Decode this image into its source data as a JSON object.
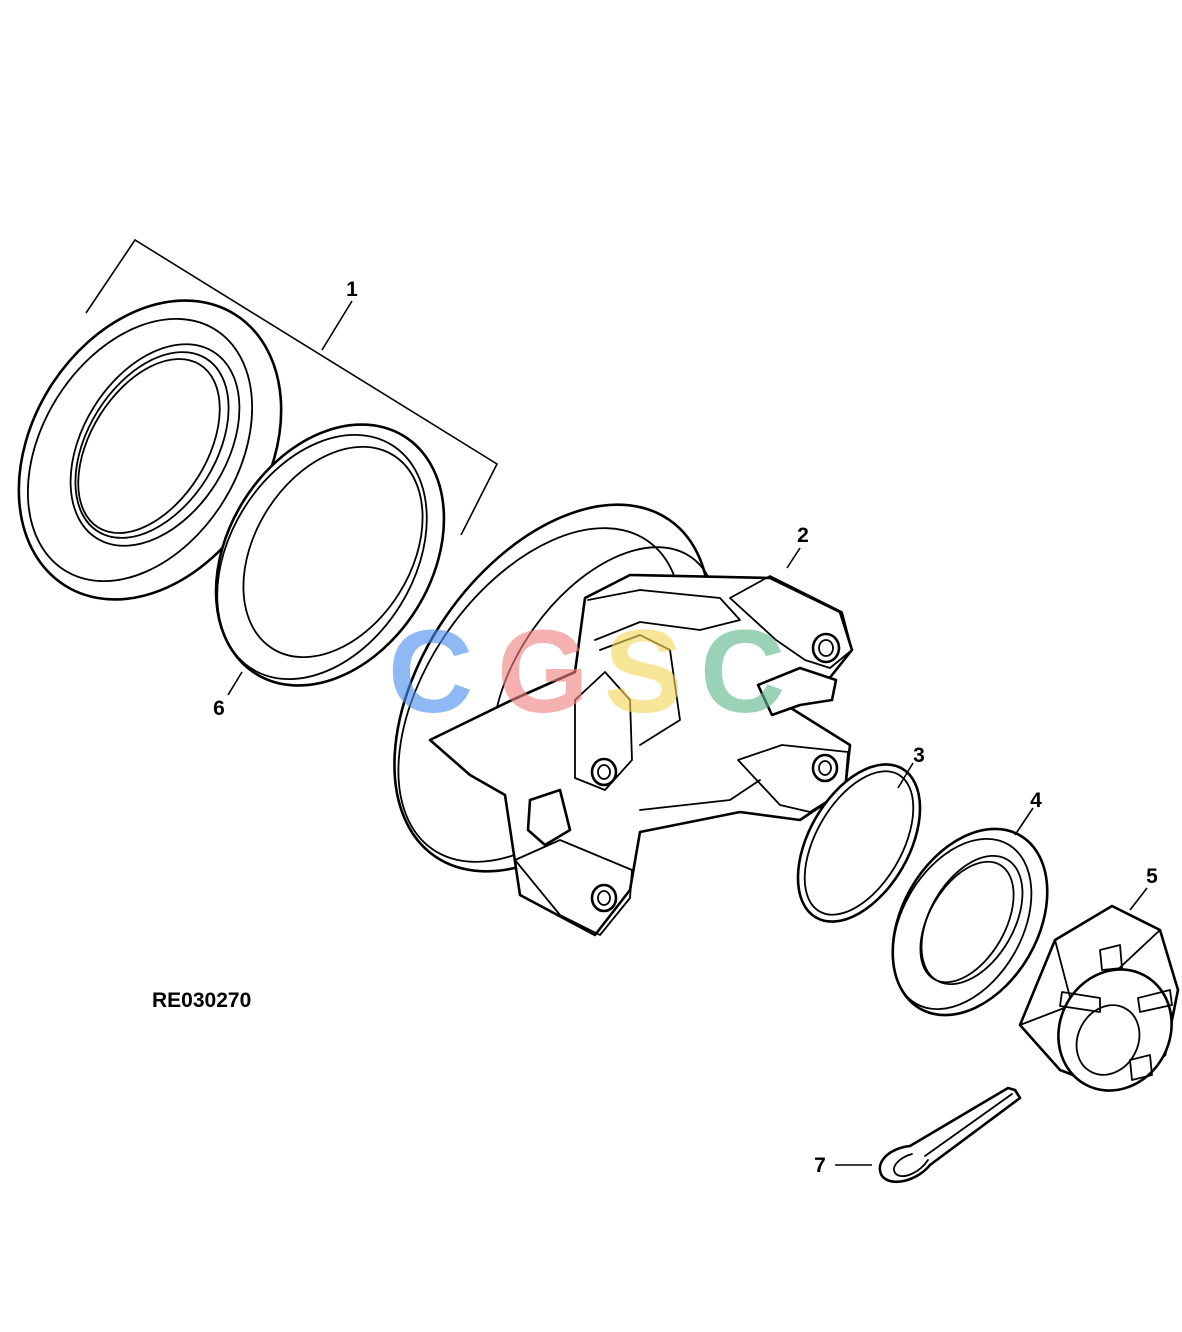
{
  "figure_ref": "RE030270",
  "callouts": [
    {
      "label": "1"
    },
    {
      "label": "2"
    },
    {
      "label": "3"
    },
    {
      "label": "4"
    },
    {
      "label": "5"
    },
    {
      "label": "6"
    },
    {
      "label": "7"
    }
  ],
  "watermark": {
    "letters": [
      "C",
      "G",
      "S",
      "C"
    ],
    "colors": [
      "#4a8ff0",
      "#f08080",
      "#f5d75a",
      "#5cb88a"
    ]
  }
}
